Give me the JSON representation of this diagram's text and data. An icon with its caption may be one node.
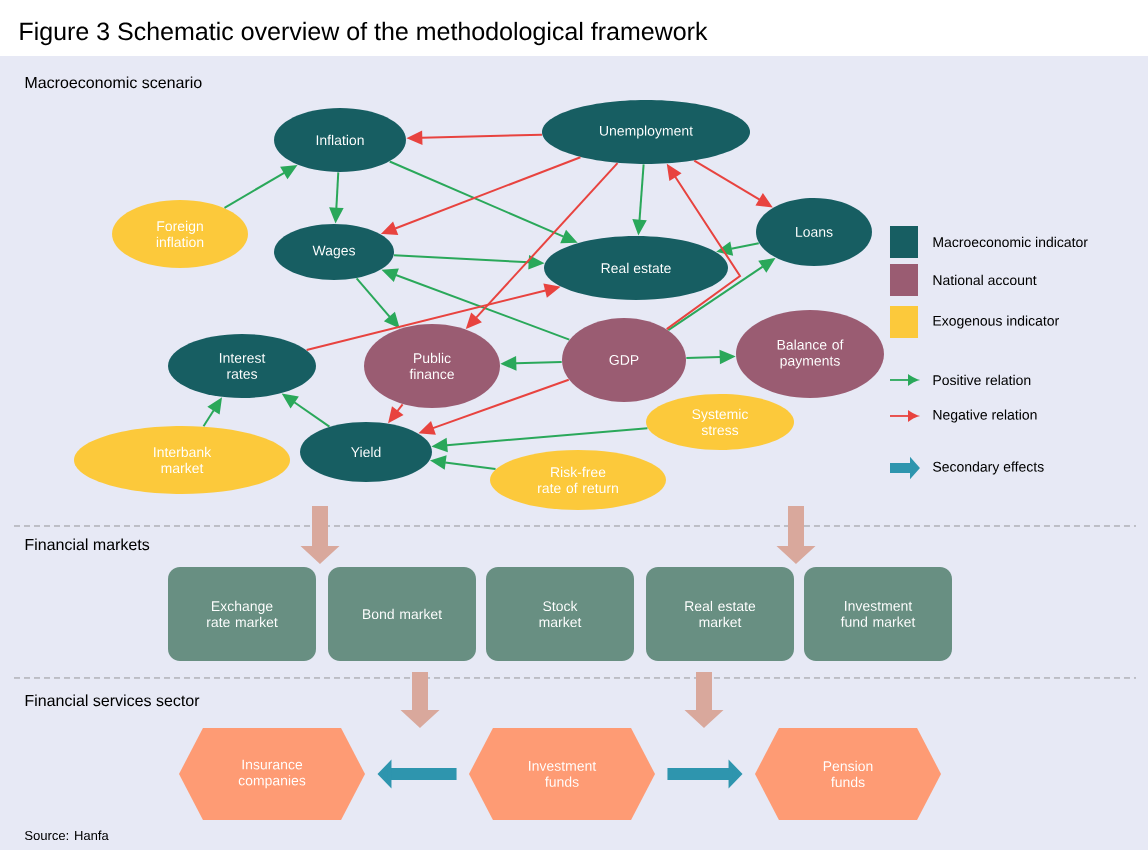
{
  "diagram": {
    "title": "Figure 3 Schematic overview of the methodological framework",
    "nodes": [
      {
        "text": [
          "Inflation"
        ]
      },
      {
        "text": [
          "Unemployment"
        ]
      },
      {
        "text": [
          "Foreign inflation"
        ]
      },
      {
        "text": [
          "Wages"
        ]
      },
      {
        "text": [
          "Real estate"
        ]
      },
      {
        "text": [
          "Loans"
        ]
      },
      {
        "text": [
          "Interest rates"
        ]
      },
      {
        "text": [
          "Public finance"
        ]
      },
      {
        "text": [
          "GDP"
        ]
      },
      {
        "text": [
          "Balance of payments"
        ]
      },
      {
        "text": [
          "Systemic stress"
        ]
      },
      {
        "text": [
          "Interbank market"
        ]
      },
      {
        "text": [
          "Yield"
        ]
      },
      {
        "text": [
          "Risk-free rate of return"
        ]
      },
      {
        "text": [
          "Exchange rate market"
        ]
      },
      {
        "text": [
          "Bond market"
        ]
      },
      {
        "text": [
          "Stock market"
        ]
      },
      {
        "text": [
          "Real estate market"
        ]
      },
      {
        "text": [
          "Investment fund market"
        ]
      },
      {
        "text": [
          "Insurance companies"
        ]
      },
      {
        "text": [
          "Investment funds"
        ]
      },
      {
        "text": [
          "Pension funds"
        ]
      }
    ],
    "edges": [
      {
        "from": 1,
        "to": 0,
        "arrow": "to",
        "color": "#e8433f"
      },
      {
        "from": 2,
        "to": 0,
        "arrow": "to"
      },
      {
        "from": 0,
        "to": 3,
        "arrow": "to"
      },
      {
        "from": 0,
        "to": 4,
        "arrow": "to"
      },
      {
        "from": 1,
        "to": 3,
        "arrow": "to",
        "color": "#e8433f"
      },
      {
        "from": 1,
        "to": 4,
        "arrow": "to"
      },
      {
        "from": 1,
        "to": 5,
        "arrow": "to",
        "color": "#e8433f"
      },
      {
        "from": 3,
        "to": 4,
        "arrow": "to"
      },
      {
        "from": 5,
        "to": 4,
        "arrow": "to"
      },
      {
        "from": 8,
        "to": 5,
        "arrow": "to"
      },
      {
        "from": 8,
        "to": 3,
        "arrow": "to"
      },
      {
        "from": 3,
        "to": 7,
        "arrow": "to"
      },
      {
        "from": 6,
        "to": 4,
        "arrow": "to",
        "color": "#e8433f"
      },
      {
        "from": 1,
        "to": 7,
        "arrow": "to",
        "color": "#e8433f"
      },
      {
        "from": 8,
        "to": 1,
        "arrow": "to",
        "color": "#e8433f"
      },
      {
        "from": 8,
        "to": 7,
        "arrow": "to"
      },
      {
        "from": 8,
        "to": 9,
        "arrow": "to"
      },
      {
        "from": 8,
        "to": 12,
        "arrow": "to",
        "color": "#e8433f"
      },
      {
        "from": 7,
        "to": 12,
        "arrow": "to",
        "color": "#e8433f"
      },
      {
        "from": 12,
        "to": 6,
        "arrow": "to"
      },
      {
        "from": 11,
        "to": 6,
        "arrow": "to"
      },
      {
        "from": 10,
        "to": 12,
        "arrow": "to"
      },
      {
        "from": 13,
        "to": 12,
        "arrow": "to"
      },
      {
        "from": 20,
        "to": 19,
        "arrow": "to",
        "style": "thick",
        "color": "#2e95ae"
      },
      {
        "from": 20,
        "to": 21,
        "arrow": "to",
        "style": "thick",
        "color": "#2e95ae"
      }
    ],
    "labels": [
      "Macroeconomic scenario",
      "Financial markets",
      "Financial services sector",
      "Source: Hanfa"
    ],
    "legend": [
      {
        "text": "Macroeconomic indicator",
        "color": "#175e62"
      },
      {
        "text": "National account",
        "color": "#9a5c72"
      },
      {
        "text": "Exogenous indicator",
        "color": "#fcc93b"
      },
      {
        "text": "Positive relation"
      },
      {
        "text": "Negative relation"
      },
      {
        "text": "Secondary effects"
      }
    ]
  }
}
